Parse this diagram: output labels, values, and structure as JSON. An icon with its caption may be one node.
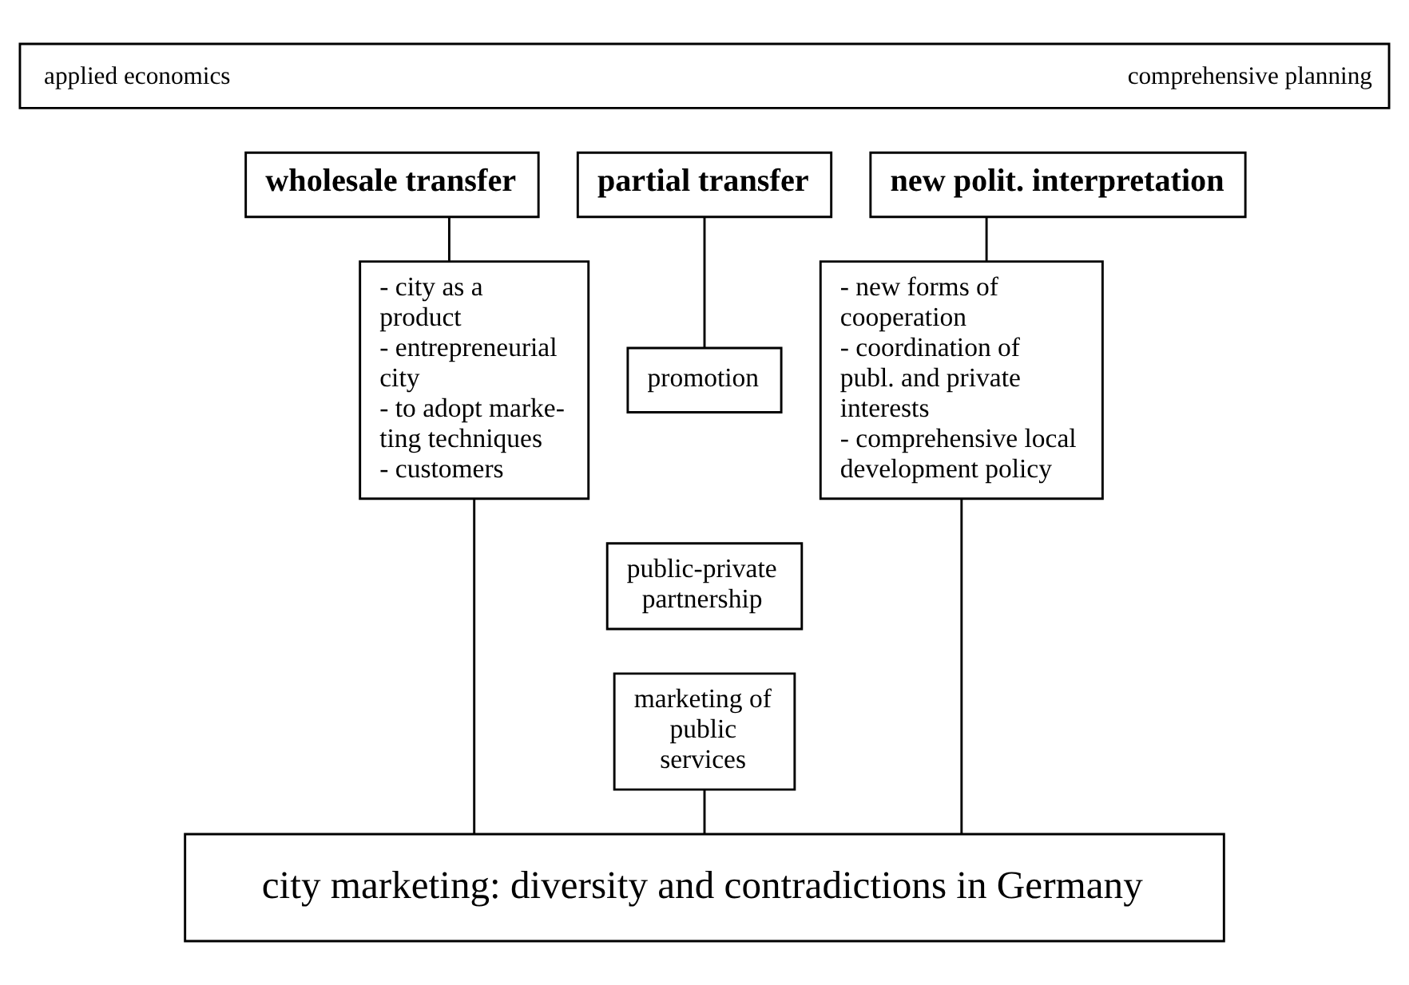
{
  "diagram": {
    "nodes": [
      {
        "text": [
          "applied economics",
          "comprehensive planning"
        ]
      },
      {
        "text": [
          "wholesale transfer"
        ]
      },
      {
        "text": [
          "partial transfer"
        ]
      },
      {
        "text": [
          "new polit. interpretation"
        ]
      },
      {
        "text": [
          "- city as a product",
          "- entrepreneurial city",
          "- to adopt marke- ting techniques",
          "- customers"
        ]
      },
      {
        "text": [
          "promotion"
        ]
      },
      {
        "text": [
          "public-private partnership"
        ]
      },
      {
        "text": [
          "marketing of public services"
        ]
      },
      {
        "text": [
          "- new forms of cooperation",
          "- coordination of publ. and private interests",
          "- comprehensive local development policy"
        ]
      },
      {
        "text": [
          "city marketing: diversity and contradictions in Germany"
        ]
      }
    ],
    "edges": [
      {
        "from": 1,
        "to": 4,
        "arrow": "none"
      },
      {
        "from": 2,
        "to": 5,
        "arrow": "none"
      },
      {
        "from": 3,
        "to": 8,
        "arrow": "none"
      },
      {
        "from": 4,
        "to": 9,
        "arrow": "none"
      },
      {
        "from": 7,
        "to": 9,
        "arrow": "none"
      },
      {
        "from": 8,
        "to": 9,
        "arrow": "none"
      }
    ]
  }
}
